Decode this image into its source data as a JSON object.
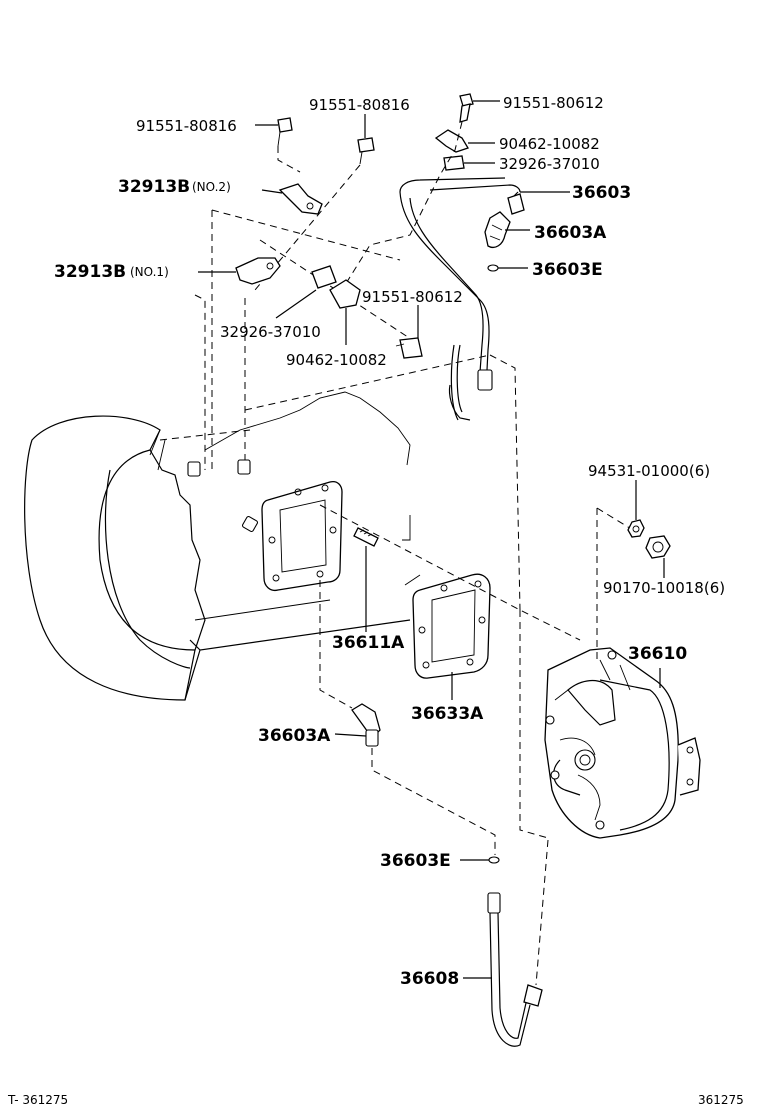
{
  "callouts": {
    "bolt_top_left": "91551-80816",
    "bolt_top_mid": "91551-80816",
    "bolt_top_right": "91551-80612",
    "clamp_top": "90462-10082",
    "spacer_top": "32926-37010",
    "tube_upper": "36603",
    "union_upper": "36603A",
    "oring_upper": "36603E",
    "bracket_no2_num": "32913B",
    "bracket_no2_suffix": "(NO.2)",
    "bracket_no1_num": "32913B",
    "bracket_no1_suffix": "(NO.1)",
    "bolt_mid": "91551-80612",
    "spacer_mid": "32926-37010",
    "clamp_mid": "90462-10082",
    "nut_washer": "94531-01000(6)",
    "nut": "90170-10018(6)",
    "pump": "36610",
    "stud": "36611A",
    "gasket": "36633A",
    "union_lower": "36603A",
    "oring_lower": "36603E",
    "tube_lower": "36608"
  },
  "footer": {
    "left_code": "T- 361275",
    "right_code": "361275"
  }
}
